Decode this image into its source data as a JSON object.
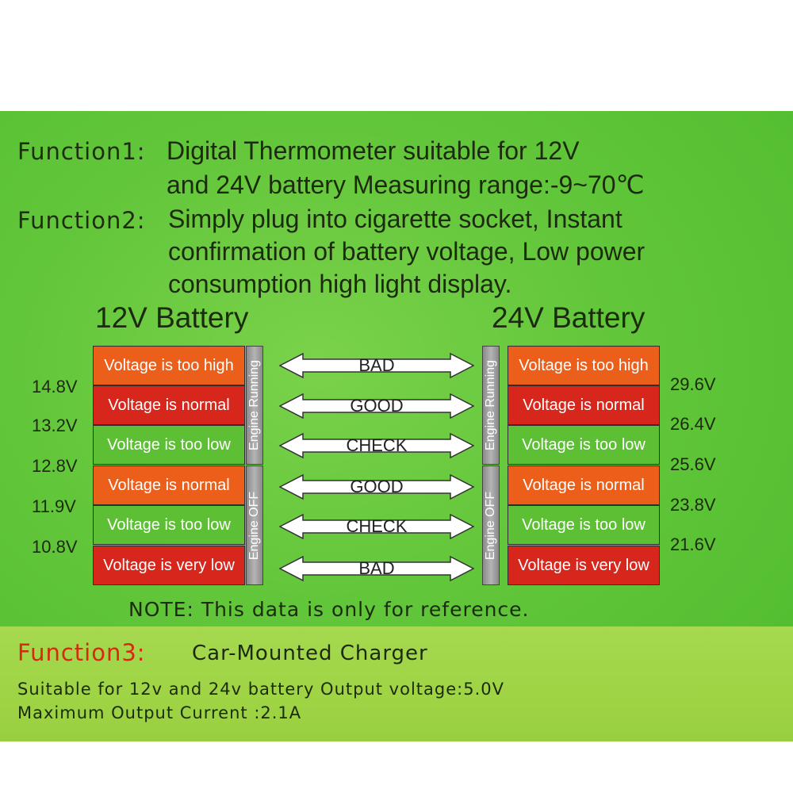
{
  "function1": {
    "label": "Function1:",
    "line1": "Digital Thermometer suitable for 12V",
    "line2": "and 24V battery Measuring range:-9~70℃"
  },
  "function2": {
    "label": "Function2:",
    "line1": "Simply plug into cigarette socket, Instant",
    "line2": "confirmation of battery voltage, Low power",
    "line3": "consumption high light display."
  },
  "battery12": {
    "title": "12V Battery",
    "cells": [
      {
        "text": "Voltage is too high",
        "color": "#ec5f1b"
      },
      {
        "text": "Voltage is normal",
        "color": "#d7261b"
      },
      {
        "text": "Voltage is too low",
        "color": "#5cbf34"
      },
      {
        "text": "Voltage is normal",
        "color": "#ec5f1b"
      },
      {
        "text": "Voltage is too low",
        "color": "#5cbf34"
      },
      {
        "text": "Voltage is very low",
        "color": "#d7261b"
      }
    ],
    "thresholds": [
      "14.8V",
      "13.2V",
      "12.8V",
      "11.9V",
      "10.8V"
    ],
    "engine_running": "Engine Running",
    "engine_off": "Engine OFF"
  },
  "battery24": {
    "title": "24V Battery",
    "cells": [
      {
        "text": "Voltage is too high",
        "color": "#ec5f1b"
      },
      {
        "text": "Voltage is normal",
        "color": "#d7261b"
      },
      {
        "text": "Voltage is too low",
        "color": "#5cbf34"
      },
      {
        "text": "Voltage is normal",
        "color": "#ec5f1b"
      },
      {
        "text": "Voltage is too low",
        "color": "#5cbf34"
      },
      {
        "text": "Voltage is very low",
        "color": "#d7261b"
      }
    ],
    "thresholds": [
      "29.6V",
      "26.4V",
      "25.6V",
      "23.8V",
      "21.6V"
    ],
    "engine_running": "Engine Running",
    "engine_off": "Engine OFF"
  },
  "status": [
    "BAD",
    "GOOD",
    "CHECK",
    "GOOD",
    "CHECK",
    "BAD"
  ],
  "note": "NOTE: This data is only for reference.",
  "function3": {
    "label": "Function3:",
    "title": "Car-Mounted Charger",
    "line1": "Suitable  for 12v and 24v battery Output voltage:5.0V",
    "line2": "Maximum Output Current :2.1A"
  },
  "colors": {
    "panel_green": "#62c63a",
    "band_green": "#9fd445",
    "red": "#d7261b",
    "orange": "#ec5f1b",
    "green": "#5cbf34",
    "function3_red": "#d42a10"
  }
}
